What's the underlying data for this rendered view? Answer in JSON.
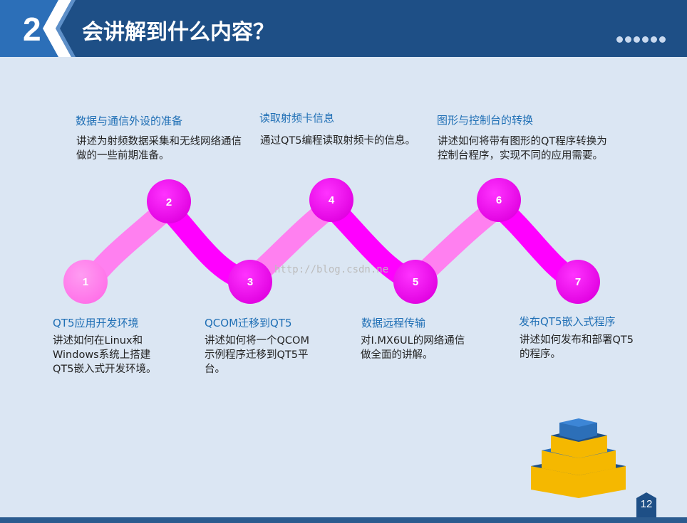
{
  "header": {
    "section_number": "2",
    "title": "会讲解到什么内容？"
  },
  "steps": [
    {
      "num": "1",
      "title": "QT5应用开发环境",
      "desc": "讲述如何在Linux和Windows系统上搭建QT5嵌入式开发环境。"
    },
    {
      "num": "2",
      "title": "数据与通信外设的准备",
      "desc": "讲述为射频数据采集和无线网络通信做的一些前期准备。"
    },
    {
      "num": "3",
      "title": "QCOM迁移到QT5",
      "desc": "讲述如何将一个QCOM示例程序迁移到QT5平台。"
    },
    {
      "num": "4",
      "title": "读取射频卡信息",
      "desc": "通过QT5编程读取射频卡的信息。"
    },
    {
      "num": "5",
      "title": "数据远程传输",
      "desc": "对I.MX6UL的网络通信做全面的讲解。"
    },
    {
      "num": "6",
      "title": "图形与控制台的转换",
      "desc": "讲述如何将带有图形的QT程序转换为控制台程序，实现不同的应用需要。"
    },
    {
      "num": "7",
      "title": "发布QT5嵌入式程序",
      "desc": "讲述如何发布和部署QT5的程序。"
    }
  ],
  "watermark": "http://blog.csdn.ne",
  "page_number": "12",
  "colors": {
    "header_bg": "#1e4f86",
    "number_box": "#2c6fb8",
    "slide_bg": "#dbe6f3",
    "magenta": "#ff00ff",
    "light_pink": "#ff80f0",
    "step_title": "#1f6fb5"
  }
}
